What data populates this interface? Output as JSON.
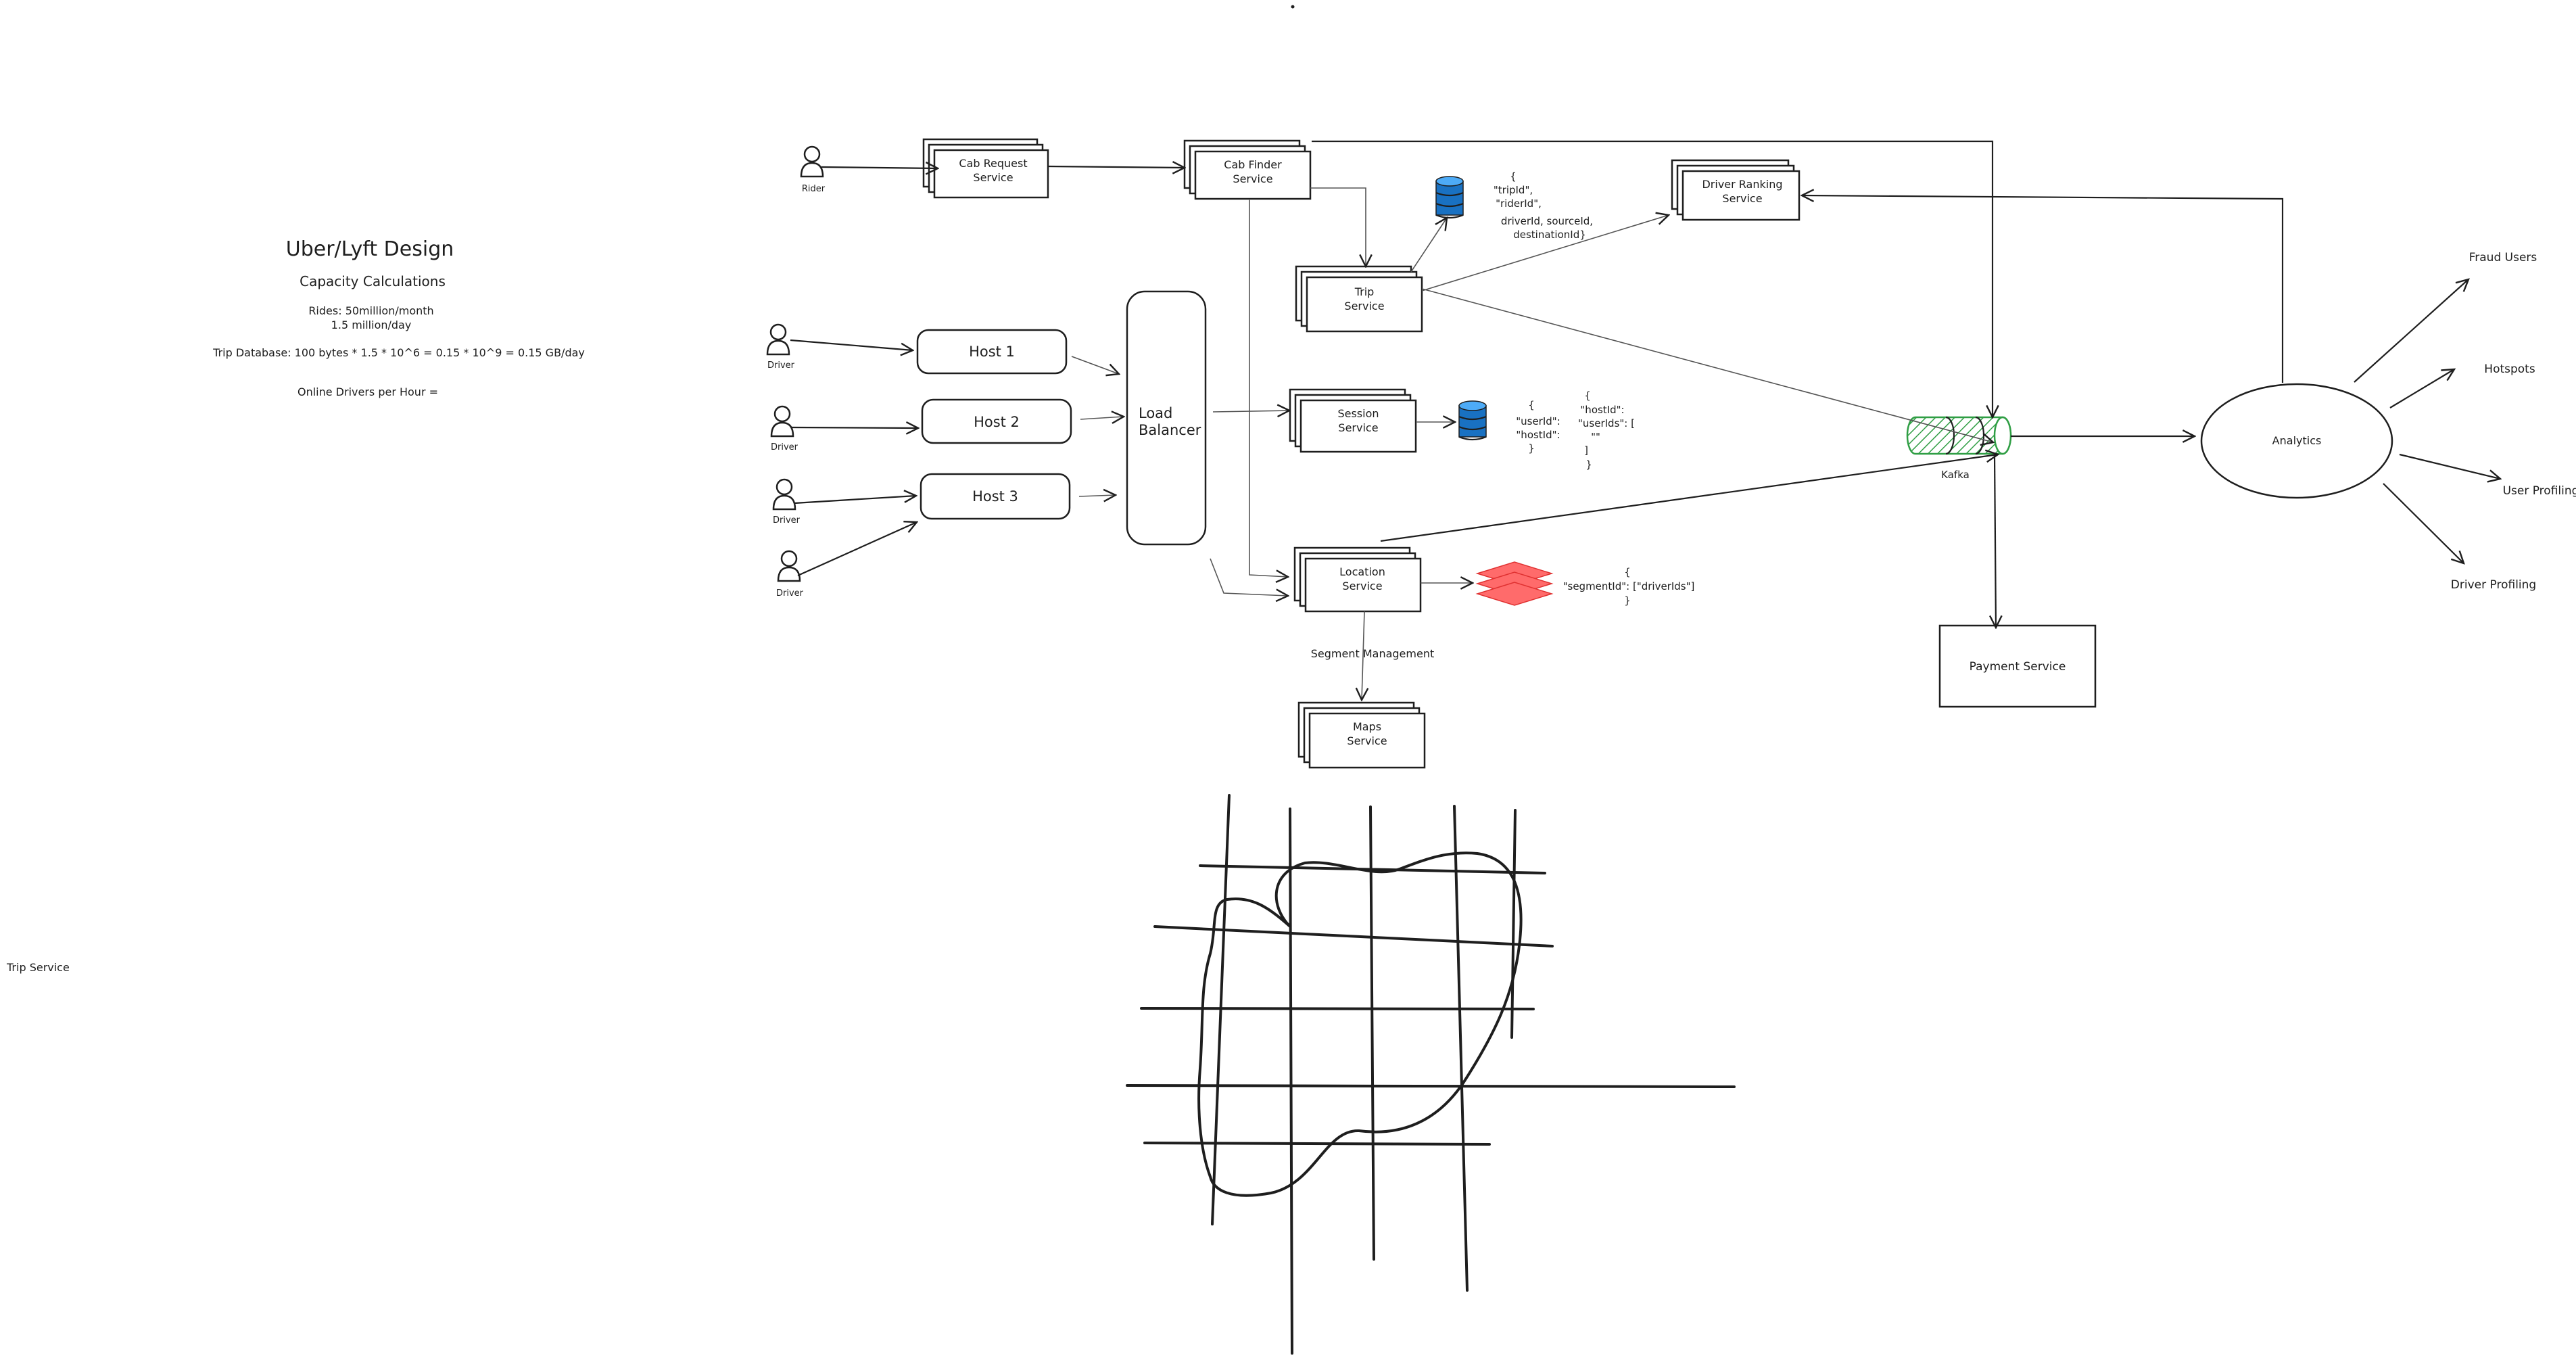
{
  "title": "Uber/Lyft Design",
  "capacity": {
    "heading": "Capacity Calculations",
    "rides_line1": "Rides: 50million/month",
    "rides_line2": "1.5 million/day",
    "trip_db": "Trip Database: 100 bytes * 1.5 * 10^6 = 0.15 * 10^9 = 0.15 GB/day",
    "online_drivers": "Online Drivers per Hour ="
  },
  "side_note": "Trip Service",
  "actors": {
    "rider": "Rider",
    "driver": "Driver"
  },
  "hosts": [
    "Host 1",
    "Host 2",
    "Host 3"
  ],
  "load_balancer": [
    "Load",
    "Balancer"
  ],
  "services": {
    "cab_request": [
      "Cab Request",
      "Service"
    ],
    "cab_finder": [
      "Cab Finder",
      "Service"
    ],
    "trip": [
      "Trip",
      "Service"
    ],
    "session": [
      "Session",
      "Service"
    ],
    "location": [
      "Location",
      "Service"
    ],
    "maps": [
      "Maps",
      "Service"
    ],
    "driver_ranking": [
      "Driver Ranking",
      "Service"
    ],
    "payment": "Payment Service"
  },
  "schemas": {
    "trip": [
      "{",
      "\"tripId\",",
      "\"riderId\",",
      "driverId, sourceId,",
      "destinationId}"
    ],
    "session_a": [
      "{",
      "\"userId\":",
      "\"hostId\":",
      "}"
    ],
    "session_b": [
      "{",
      "\"hostId\":",
      "\"userIds\": [",
      "\"\"",
      "]",
      "}"
    ],
    "segment": [
      "{",
      "\"segmentId\": [\"driverIds\"]",
      "}"
    ]
  },
  "segment_management": "Segment Management",
  "kafka": "Kafka",
  "analytics": "Analytics",
  "outputs": [
    "Fraud Users",
    "Hotspots",
    "User Profiling",
    "Driver Profiling"
  ],
  "colors": {
    "ink": "#1e1e1e",
    "database": "#1971c2",
    "kafka": "#2f9e44",
    "segment_store": "#ff6b6b"
  }
}
